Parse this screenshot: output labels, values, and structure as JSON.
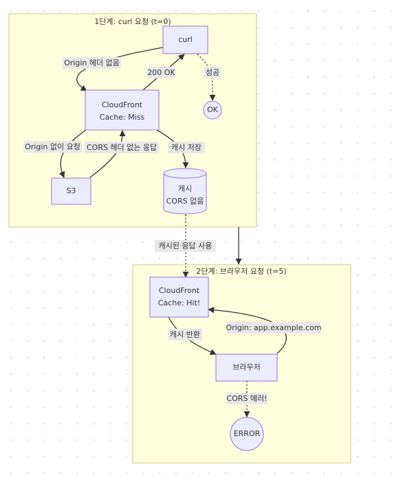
{
  "clusters": {
    "stage1": "1단계: curl 요청 (t=0)",
    "stage2": "2단계: 브라우저 요청 (t=5)"
  },
  "nodes": {
    "curl": "curl",
    "cloudfront1": [
      "CloudFront",
      "Cache: Miss"
    ],
    "ok": "OK",
    "s3": "S3",
    "cache_store": [
      "캐시",
      "CORS 없음"
    ],
    "cloudfront2": [
      "CloudFront",
      "Cache: Hit!"
    ],
    "browser": "브라우저",
    "error": "ERROR"
  },
  "edges": {
    "origin_none_header": "Origin 헤더 없음",
    "ok_200": "200 OK",
    "success": "성공",
    "origin_none_request": "Origin 없이 요청",
    "no_cors_response": "CORS 헤더 없는 응답",
    "cache_save": "캐시 저장",
    "use_cached": "캐시된 응답 사용",
    "cache_return": "캐시 반환",
    "origin_app": "Origin: app.example.com",
    "cors_error": "CORS 에러!"
  },
  "colors": {
    "cluster_fill": "#ffffde",
    "cluster_stroke": "#c9c98a",
    "node_fill": "#ececff",
    "node_stroke": "#9370db",
    "edge": "#333333",
    "label_bg": "#e8e8e8"
  }
}
